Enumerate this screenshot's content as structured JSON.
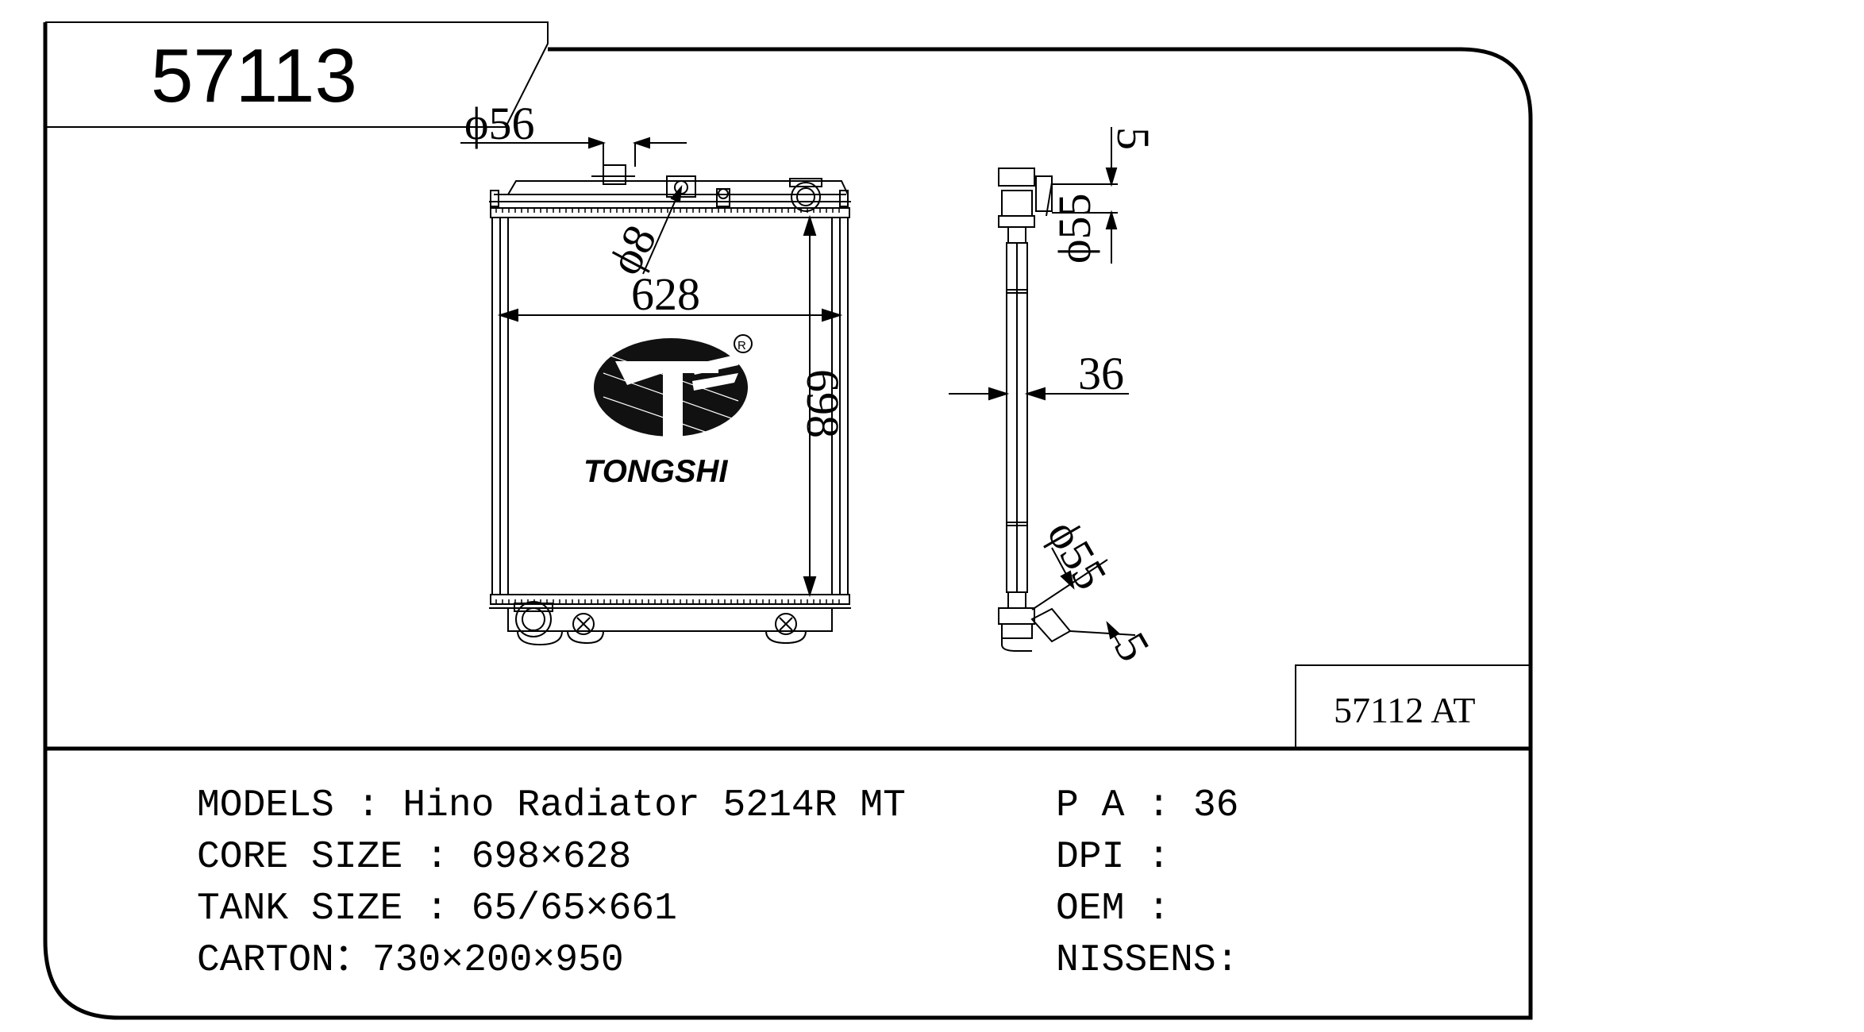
{
  "part_number": "57113",
  "variant_label": "57112 AT",
  "brand": {
    "name": "TONGSHI",
    "registered_mark": "R"
  },
  "dimensions": {
    "inlet_diameter": "ϕ56",
    "small_port_diameter": "ϕ8",
    "core_width": "628",
    "core_height": "698",
    "core_depth": "36",
    "upper_pipe_diameter": "ϕ55",
    "upper_pipe_offset": "5",
    "lower_pipe_diameter": "ϕ55",
    "lower_pipe_offset": "5"
  },
  "specs_left": [
    {
      "label": "MODELS : ",
      "value": "Hino Radiator 5214R MT"
    },
    {
      "label": "CORE SIZE : ",
      "value": "698×628"
    },
    {
      "label": "TANK SIZE : ",
      "value": "65/65×661"
    },
    {
      "label": "CARTON：",
      "value": "730×200×950"
    }
  ],
  "specs_right": [
    {
      "label": "P A : ",
      "value": "36"
    },
    {
      "label": "DPI : ",
      "value": ""
    },
    {
      "label": "OEM : ",
      "value": ""
    },
    {
      "label": "NISSENS:",
      "value": ""
    }
  ]
}
